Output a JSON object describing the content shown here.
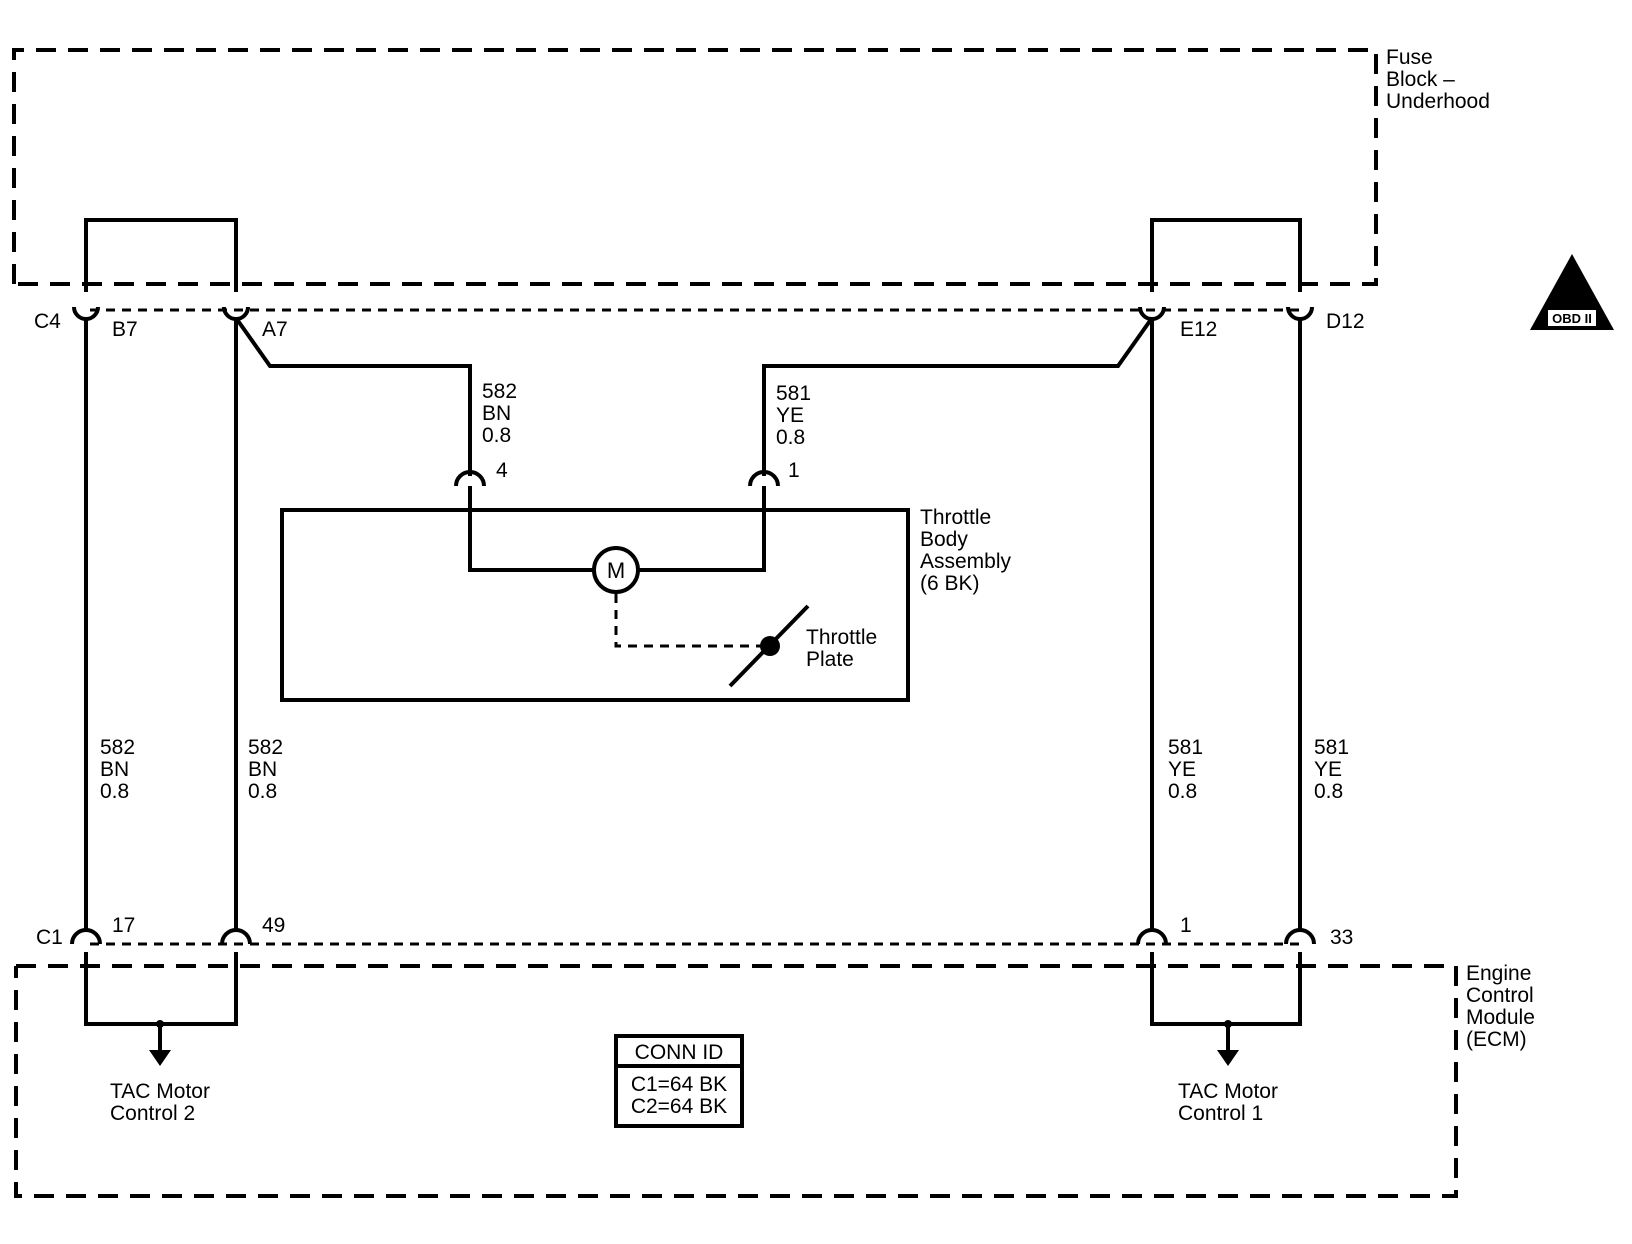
{
  "modules": {
    "fuse_block": [
      "Fuse",
      "Block –",
      "Underhood"
    ],
    "ecm": [
      "Engine",
      "Control",
      "Module",
      "(ECM)"
    ],
    "throttle_body": [
      "Throttle",
      "Body",
      "Assembly",
      "(6 BK)"
    ]
  },
  "connectors": {
    "fuse_c4": "C4",
    "ecm_c1": "C1"
  },
  "fuse_pins": {
    "b7": "B7",
    "a7": "A7",
    "e12": "E12",
    "d12": "D12"
  },
  "ecm_pins": {
    "p17": "17",
    "p49": "49",
    "p1": "1",
    "p33": "33"
  },
  "throttle_pins": {
    "p4": "4",
    "p1": "1"
  },
  "wires": {
    "brown": [
      "582",
      "BN",
      "0.8"
    ],
    "yellow": [
      "581",
      "YE",
      "0.8"
    ]
  },
  "motor": {
    "label": "M"
  },
  "throttle_plate": [
    "Throttle",
    "Plate"
  ],
  "outputs": {
    "tac2": [
      "TAC Motor",
      "Control 2"
    ],
    "tac1": [
      "TAC Motor",
      "Control 1"
    ]
  },
  "conn_id": {
    "title": "CONN ID",
    "rows": [
      "C1=64 BK",
      "C2=64 BK"
    ]
  },
  "badge": {
    "numeral": "II",
    "label": "OBD II"
  }
}
